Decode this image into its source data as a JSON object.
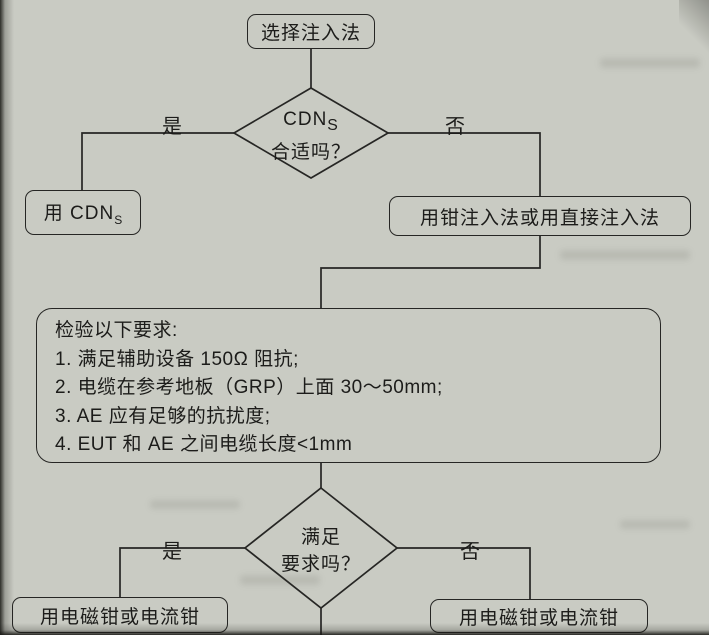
{
  "page": {
    "paper_color": "#c9cbc3",
    "ink_color": "#262624"
  },
  "flowchart": {
    "start": {
      "label": "选择注入法"
    },
    "decision1": {
      "line1_main": "CDN",
      "line1_sub": "S",
      "line2": "合适吗？",
      "yes_label": "是",
      "no_label": "否"
    },
    "box_use_cdn": {
      "label_main": "用 CDN",
      "label_sub": "S"
    },
    "box_clamp_or_direct": {
      "label": "用钳注入法或用直接注入法"
    },
    "check_box": {
      "title": "检验以下要求:",
      "items": [
        "1. 满足辅助设备 150Ω 阻抗;",
        "2. 电缆在参考地板（GRP）上面 30～50mm;",
        "3. AE 应有足够的抗扰度;",
        "4. EUT 和 AE 之间电缆长度<1mm"
      ]
    },
    "decision2": {
      "line1": "满足",
      "line2": "要求吗？",
      "yes_label": "是",
      "no_label": "否"
    },
    "box_result_yes": {
      "label": "用电磁钳或电流钳"
    },
    "box_result_no": {
      "label": "用电磁钳或电流钳"
    }
  }
}
